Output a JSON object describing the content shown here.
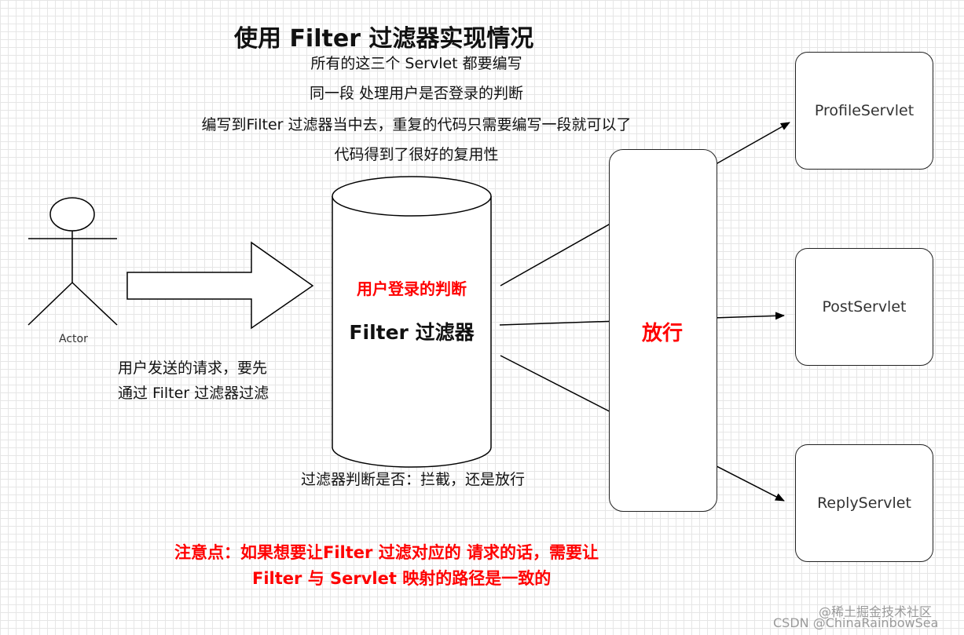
{
  "title": "使用 Filter 过滤器实现情况",
  "description": {
    "line1": "所有的这三个 Servlet 都要编写",
    "line2": "同一段 处理用户是否登录的判断",
    "line3": "编写到Filter 过滤器当中去，重复的代码只需要编写一段就可以了",
    "line4": "代码得到了很好的复用性"
  },
  "actor": {
    "label": "Actor"
  },
  "request_note": {
    "line1": "用户发送的请求，要先",
    "line2": "通过 Filter 过滤器过滤"
  },
  "filter": {
    "check_label": "用户登录的判断",
    "name": "Filter 过滤器",
    "decision_note": "过滤器判断是否：拦截，还是放行"
  },
  "gate": {
    "label": "放行"
  },
  "servlets": [
    {
      "name": "ProfileServlet"
    },
    {
      "name": "PostServlet"
    },
    {
      "name": "ReplyServlet"
    }
  ],
  "note": {
    "line1": "注意点：如果想要让Filter 过滤对应的 请求的话，需要让",
    "line2": "Filter 与 Servlet 映射的路径是一致的"
  },
  "watermark": {
    "line1": "@稀土掘金技术社区",
    "line2": "CSDN @ChinaRainbowSea"
  },
  "colors": {
    "highlight": "#ff0000",
    "stroke": "#000000",
    "grid": "#e6e6e6"
  }
}
